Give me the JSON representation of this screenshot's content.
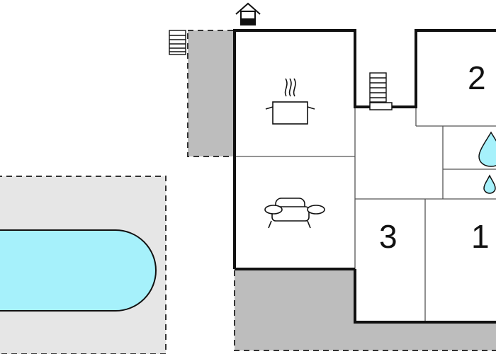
{
  "rooms": {
    "bedroom_2": {
      "number": "2"
    },
    "bedroom_3": {
      "number": "3"
    },
    "bedroom_1": {
      "number": "1"
    }
  },
  "icons": {
    "kitchen": "cooking-pot-icon",
    "living": "sofa-icon",
    "bathroom": "water-drop-icon",
    "toilet": "water-drop-icon",
    "stairs": "stairs-icon",
    "entrance": "entrance-house-icon"
  },
  "colors": {
    "walls": "#111111",
    "terrace": "#bdbdbd",
    "garden": "#e6e6e6",
    "pool": "#a6f1fb",
    "water": "#a6f1fb"
  }
}
